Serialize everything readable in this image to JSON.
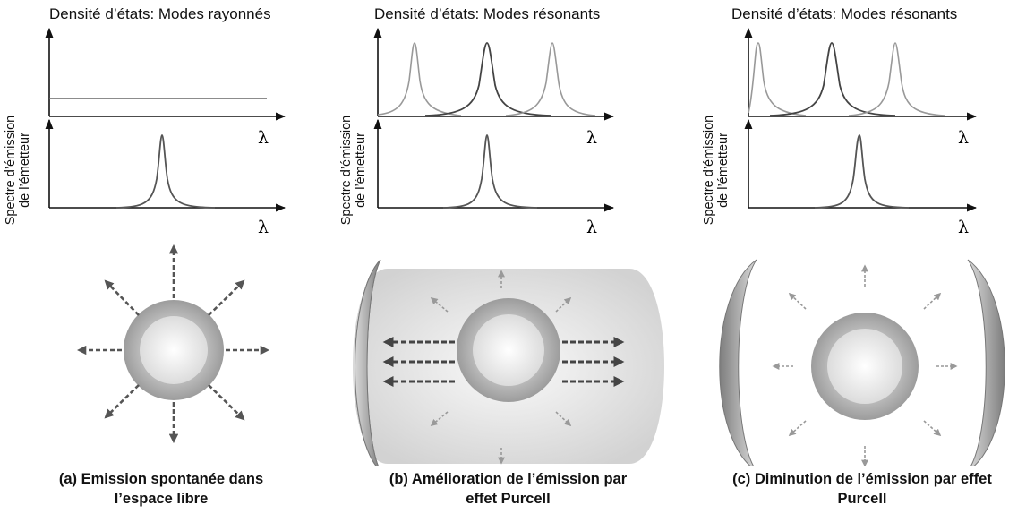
{
  "panels": [
    {
      "id": "a",
      "top_title": "Densité d’états: Modes rayonnés",
      "ylabel_line1": "Spectre d’émission",
      "ylabel_line2": "de l’émetteur",
      "lambda_top": "λ",
      "lambda_bottom": "λ",
      "caption_line1": "(a) Emission spontanée dans",
      "caption_line2": "l’espace libre",
      "dos_type": "flat",
      "emission_arrows": "strong-all-directions"
    },
    {
      "id": "b",
      "top_title": "Densité d’états: Modes résonants",
      "ylabel_line1": "Spectre d’émission",
      "ylabel_line2": "de l’émetteur",
      "lambda_top": "λ",
      "lambda_bottom": "λ",
      "caption_line1": "(b) Amélioration de l’émission par",
      "caption_line2": "effet Purcell",
      "dos_type": "resonant-peaks-aligned",
      "emission_arrows": "enhanced-along-cavity-axis"
    },
    {
      "id": "c",
      "top_title": "Densité d’états: Modes résonants",
      "ylabel_line1": "Spectre d’émission",
      "ylabel_line2": "de l’émetteur",
      "lambda_top": "λ",
      "lambda_bottom": "λ",
      "caption_line1": "(c) Diminution de l’émission par effet",
      "caption_line2": "Purcell",
      "dos_type": "resonant-peaks-detuned",
      "emission_arrows": "weak-all-directions"
    }
  ],
  "colors": {
    "axis": "#111111",
    "curve": "#555555",
    "curve_light": "#999999",
    "arrow_strong": "#555555",
    "arrow_weak": "#999999",
    "mirror": "#9a9a9a",
    "sphere_outer": "#a8a8a8",
    "sphere_inner": "#f4f4f4"
  }
}
